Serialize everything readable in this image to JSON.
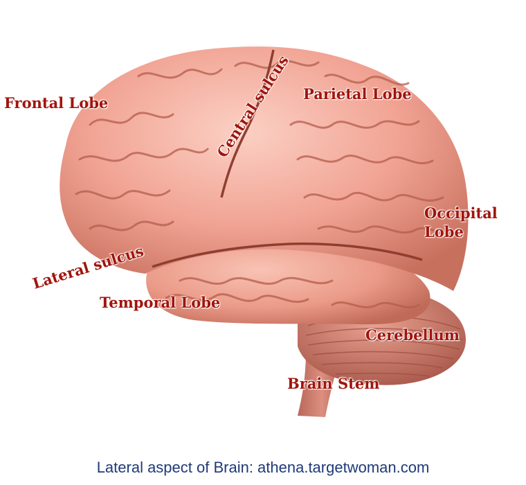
{
  "labels": {
    "frontal_lobe": "Frontal Lobe",
    "central_sulcus": "Central sulcus",
    "parietal_lobe": "Parietal Lobe",
    "occipital_lobe_line1": "Occipital",
    "occipital_lobe_line2": "Lobe",
    "lateral_sulcus": "Lateral sulcus",
    "temporal_lobe": "Temporal Lobe",
    "cerebellum": "Cerebellum",
    "brain_stem": "Brain Stem"
  },
  "caption": "Lateral aspect of Brain: athena.targetwoman.com",
  "colors": {
    "label_text": "#a0150d",
    "caption_text": "#1f3a78",
    "brain_base": "#f1a393",
    "brain_shadow": "#c8705e",
    "brain_highlight": "#fbd0c4"
  }
}
